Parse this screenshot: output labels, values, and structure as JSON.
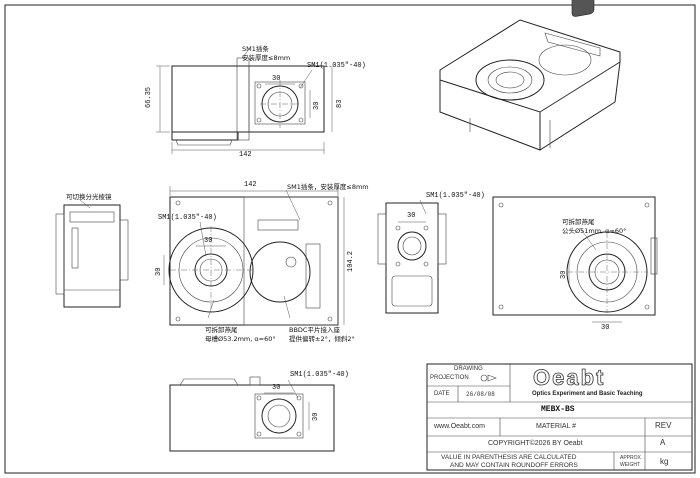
{
  "annotations": {
    "top_view": {
      "note1": "SM1插条",
      "note2": "安装厚度≤8mm",
      "thread": "SM1(1.035\"-40)",
      "dim_height": "66.35",
      "dim_width": "142",
      "dim_right": "83",
      "dim_30a": "30",
      "dim_30b": "30"
    },
    "left_view": {
      "note": "可切换分光棱镜"
    },
    "front_view": {
      "dim_width": "142",
      "note_top": "SM1插条，安装厚度≤8mm",
      "thread": "SM1(1.035\"-40)",
      "dim_30a": "30",
      "dim_30b": "30",
      "dim_height": "104.2",
      "note_bl1": "可拆卸燕尾",
      "note_bl2": "母槽Ø53.2mm, α=60°",
      "note_br1": "BBDC平片接入座",
      "note_br2": "提供偏转±2°，倾斜2°"
    },
    "side_view": {
      "thread": "SM1(1.035\"-40)",
      "dim_30": "30"
    },
    "back_view": {
      "note1": "可拆卸燕尾",
      "note2": "公头Ø51mm, α=60°",
      "dim_30a": "30",
      "dim_30b": "30"
    },
    "bottom_view": {
      "thread": "SM1(1.035\"-40)",
      "dim_30a": "30",
      "dim_30b": "30"
    }
  },
  "title_block": {
    "drawing_projection_line1": "DRAWING",
    "drawing_projection_line2": "PROJECTION",
    "date_label": "DATE",
    "date_value": "26/08/08",
    "logo_text": "Oeabt",
    "logo_sub": "Optics Experiment and Basic Teaching",
    "part_number": "MEBX-BS",
    "website": "www.Oeabt.com",
    "material": "MATERIAL #",
    "rev_label": "REV",
    "rev_value": "A",
    "copyright": "COPYRIGHT©2026 BY Oeabt",
    "note_line1": "VALUE IN PARENTHESIS ARE CALCULATED",
    "note_line2": "AND MAY CONTAIN ROUNDOFF ERRORS",
    "approx_weight1": "APPROX",
    "approx_weight2": "WEIGHT",
    "weight_unit": "kg"
  }
}
